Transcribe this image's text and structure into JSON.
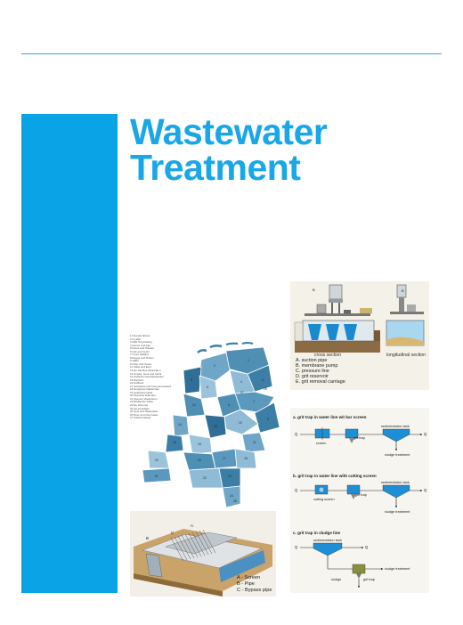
{
  "title": {
    "line1": "Wastewater",
    "line2": "Treatment"
  },
  "grit_chamber": {
    "cross_label": "cross section",
    "long_label": "longitudinal section",
    "legend": [
      "A. suction pipe",
      "B. membrane pump",
      "C. pressure line",
      "D. grit reservoir",
      "E. grit removal carriage"
    ]
  },
  "map": {
    "legend": [
      "Noorderzijlvest",
      "Fryslân",
      "Wijk Terschelling",
      "Hunze and Aas",
      "Reest and Wieden",
      "Velt and Vecht",
      "Groot Salland",
      "Regge and Dinkel",
      "Vallei",
      "Rijn and IJssel",
      "Vallei and Eem",
      "De Stichtse Rijnlanden",
      "Amstel, Gooi and Vecht",
      "Hollands Noorderkwartier",
      "Rijnland",
      "Delfland",
      "Schieland and Krimpenerwaard",
      "Hoogheemraadschap",
      "Hollandse Delta",
      "Zeeuwse Eilanden",
      "Zeeuws Vlaanderen",
      "Brabantse Delta",
      "De Dommel",
      "Aa and Maas",
      "Peel and Maasvallei",
      "Roer and Overmaas",
      "Zuiderzeeland"
    ],
    "region_numbers": [
      "1",
      "2",
      "3",
      "4",
      "5",
      "6",
      "7",
      "8",
      "9",
      "10",
      "11",
      "12",
      "13",
      "14",
      "15",
      "16",
      "17",
      "18",
      "19",
      "20",
      "21",
      "22",
      "23",
      "24",
      "25",
      "26",
      "27"
    ]
  },
  "grit_traps": {
    "a": {
      "title": "a. grit trap in water line wit bar screen",
      "q_in": "Q",
      "q_out": "Q",
      "screen": "screen",
      "grit_trap": "grit trap",
      "sed_tank": "sedimentation tank",
      "sludge": "sludge treatment"
    },
    "b": {
      "title": "b. grit trap in water line with cutting screen",
      "q_in": "Q",
      "q_out": "Q",
      "screen": "cutting screen",
      "grit_trap": "grit trap",
      "sed_tank": "sedimentation tank",
      "sludge": "sludge treatment"
    },
    "c": {
      "title": "c. grit trap in sludge line",
      "q_in": "Q",
      "q_out": "Q",
      "sed_tank": "sedimentation tank",
      "sludge": "sludge",
      "grit_trap": "grit trap",
      "sludge_treatment": "sludge treatment"
    }
  },
  "bar_screen": {
    "marker_a": "A",
    "marker_b": "B",
    "marker_c": "C",
    "legend": [
      "A - Screen",
      "B - Pipe",
      "C - Bypass pipe"
    ]
  }
}
